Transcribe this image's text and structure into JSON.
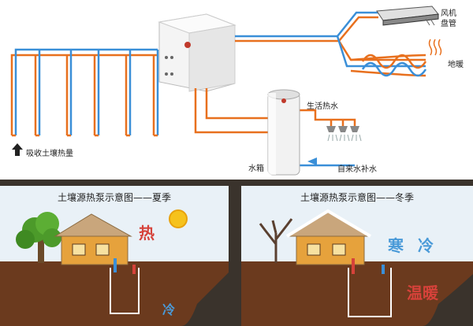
{
  "top": {
    "labels": {
      "fan_coil": [
        "风机",
        "盘管"
      ],
      "floor_heating": "地暖",
      "hot_water": "生活热水",
      "tank": "水箱",
      "tap_water": "自来水补水",
      "absorb": "吸收土壤热量"
    }
  },
  "summer": {
    "title": "土壤源热泵示意图——夏季",
    "hot": "热",
    "cold": "冷"
  },
  "winter": {
    "title": "土壤源热泵示意图——冬季",
    "cold1": "寒",
    "cold2": "冷",
    "warm": "温暖"
  },
  "colors": {
    "hot_pipe": "#e8701e",
    "cold_pipe": "#3a8fd8",
    "soil": "#6b3a1e",
    "sky": "#e9f1f7",
    "hot_text": "#d6423a",
    "cold_text": "#4a9ad8"
  }
}
